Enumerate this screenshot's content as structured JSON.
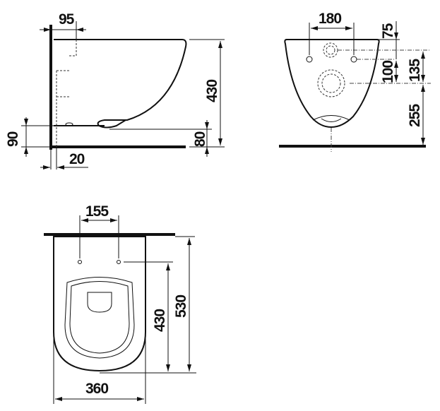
{
  "side_view": {
    "dim_95": "95",
    "dim_430": "430",
    "dim_90": "90",
    "dim_80": "80",
    "dim_20": "20"
  },
  "front_view": {
    "dim_180": "180",
    "dim_75": "75",
    "dim_100": "100",
    "dim_135": "135",
    "dim_255": "255"
  },
  "top_view": {
    "dim_155": "155",
    "dim_430": "430",
    "dim_530": "530",
    "dim_360": "360"
  }
}
